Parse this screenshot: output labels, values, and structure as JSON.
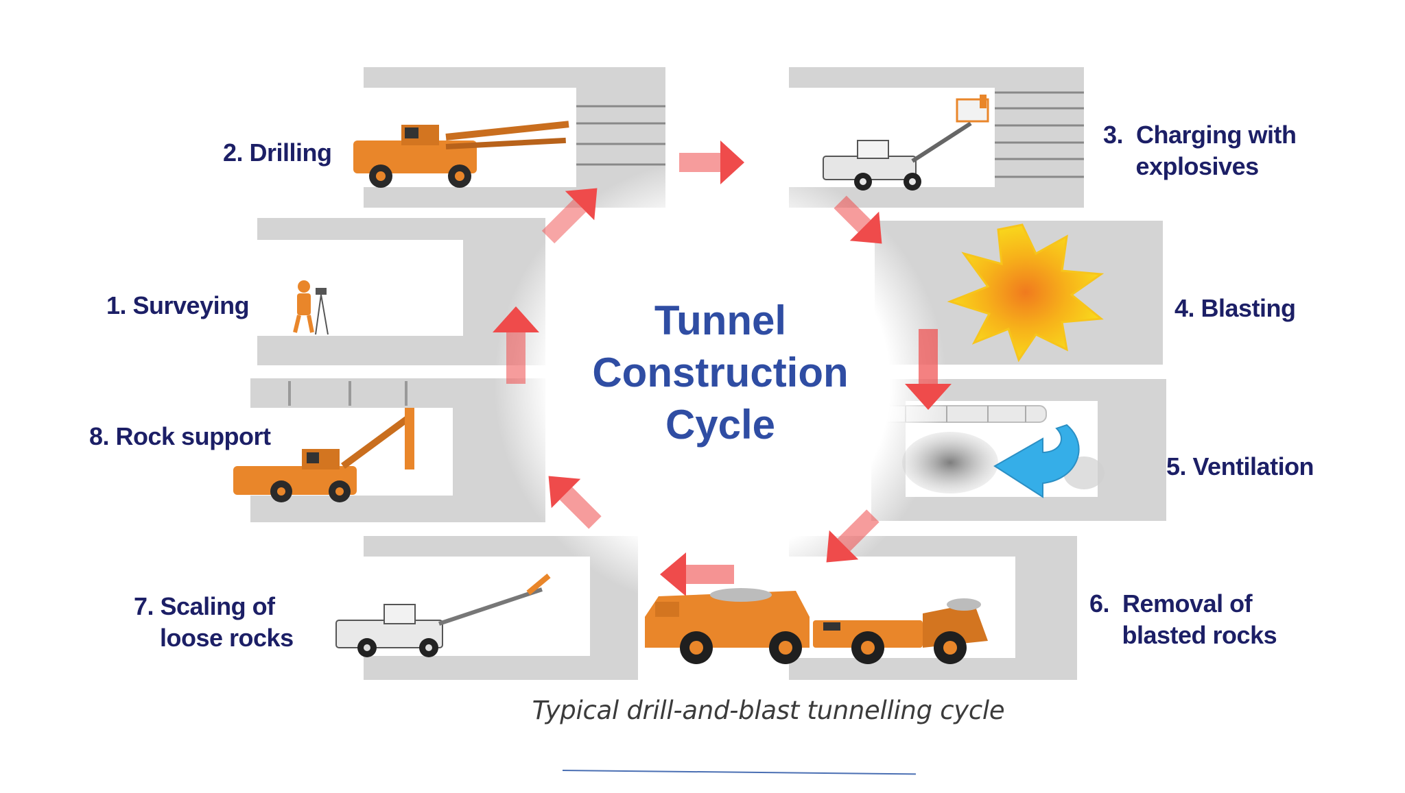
{
  "diagram": {
    "center_title": [
      "Tunnel",
      "Construction",
      "Cycle"
    ],
    "steps": [
      {
        "id": "surveying",
        "label": "1. Surveying"
      },
      {
        "id": "drilling",
        "label": "2. Drilling"
      },
      {
        "id": "charging",
        "label": "3.  Charging with\n     explosives"
      },
      {
        "id": "blasting",
        "label": "4. Blasting"
      },
      {
        "id": "ventilation",
        "label": "5. Ventilation"
      },
      {
        "id": "removal",
        "label": "6.  Removal of\n     blasted rocks"
      },
      {
        "id": "scaling",
        "label": "7. Scaling of\n    loose rocks"
      },
      {
        "id": "rock-support",
        "label": "8. Rock support"
      }
    ],
    "caption": "Typical drill-and-blast tunnelling cycle",
    "colors": {
      "machine": "#e9862a",
      "arrow": "#ef4b4b",
      "title": "#2f4da3",
      "label": "#1c1f66",
      "explosion_outer": "#f9d71c",
      "explosion_inner": "#f07a1e",
      "air_flow": "#35aee8"
    }
  }
}
